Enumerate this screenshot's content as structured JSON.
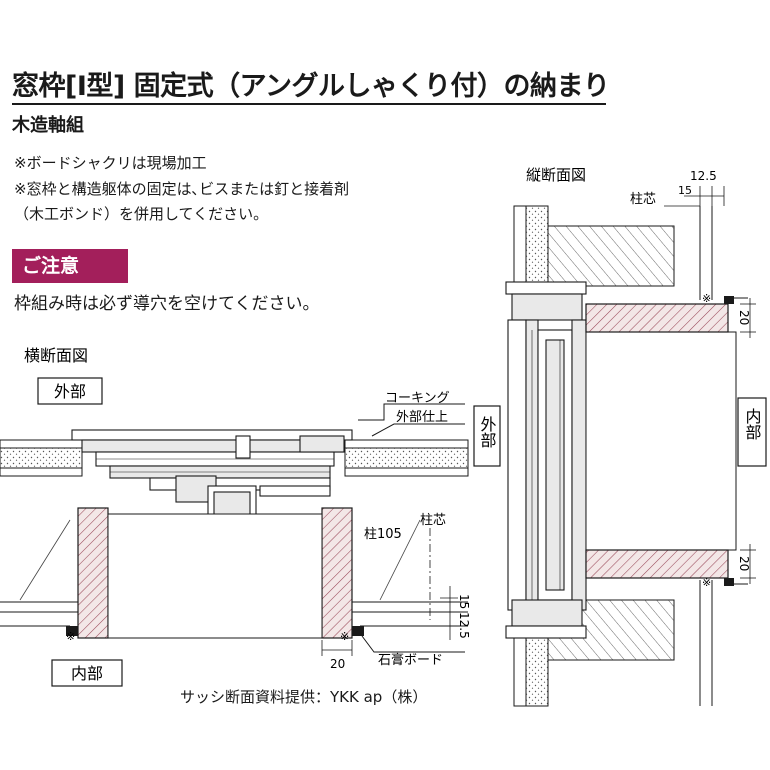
{
  "title": "窓枠[I型] 固定式（アングルしゃくり付）の納まり",
  "subtitle": "木造軸組",
  "notes": [
    "※ボードシャクリは現場加工",
    "※窓枠と構造躯体の固定は､ビスまたは釘と接着剤",
    "（木工ボンド）を併用してください。"
  ],
  "caution": {
    "badge": "ご注意",
    "text": "枠組み時は必ず導穴を空けてください。"
  },
  "horizontal_section": {
    "title": "横断面図",
    "outside_label": "外部",
    "inside_label": "内部",
    "caulking_label": "コーキング",
    "exterior_finish_label": "外部仕上",
    "pillar_label": "柱105",
    "pillar_center_label": "柱芯",
    "gypsum_board_label": "石膏ボード",
    "dim_15": "15",
    "dim_12_5": "12.5",
    "dim_20": "20",
    "mark": "※"
  },
  "vertical_section": {
    "title": "縦断面図",
    "outside_label": "外部",
    "inside_label": "内部",
    "pillar_center_label": "柱芯",
    "dim_12_5": "12.5",
    "dim_15": "15",
    "dim_20_top": "20",
    "dim_20_bottom": "20",
    "mark": "※"
  },
  "credit": "サッシ断面資料提供：YKK ap（株）",
  "colors": {
    "wood_hatch": "#f3e7e7",
    "hatch_line": "#9b4a5a",
    "badge": "#a31f5b",
    "line": "#1a1a1a",
    "frame_fill": "#e9e9e9"
  }
}
